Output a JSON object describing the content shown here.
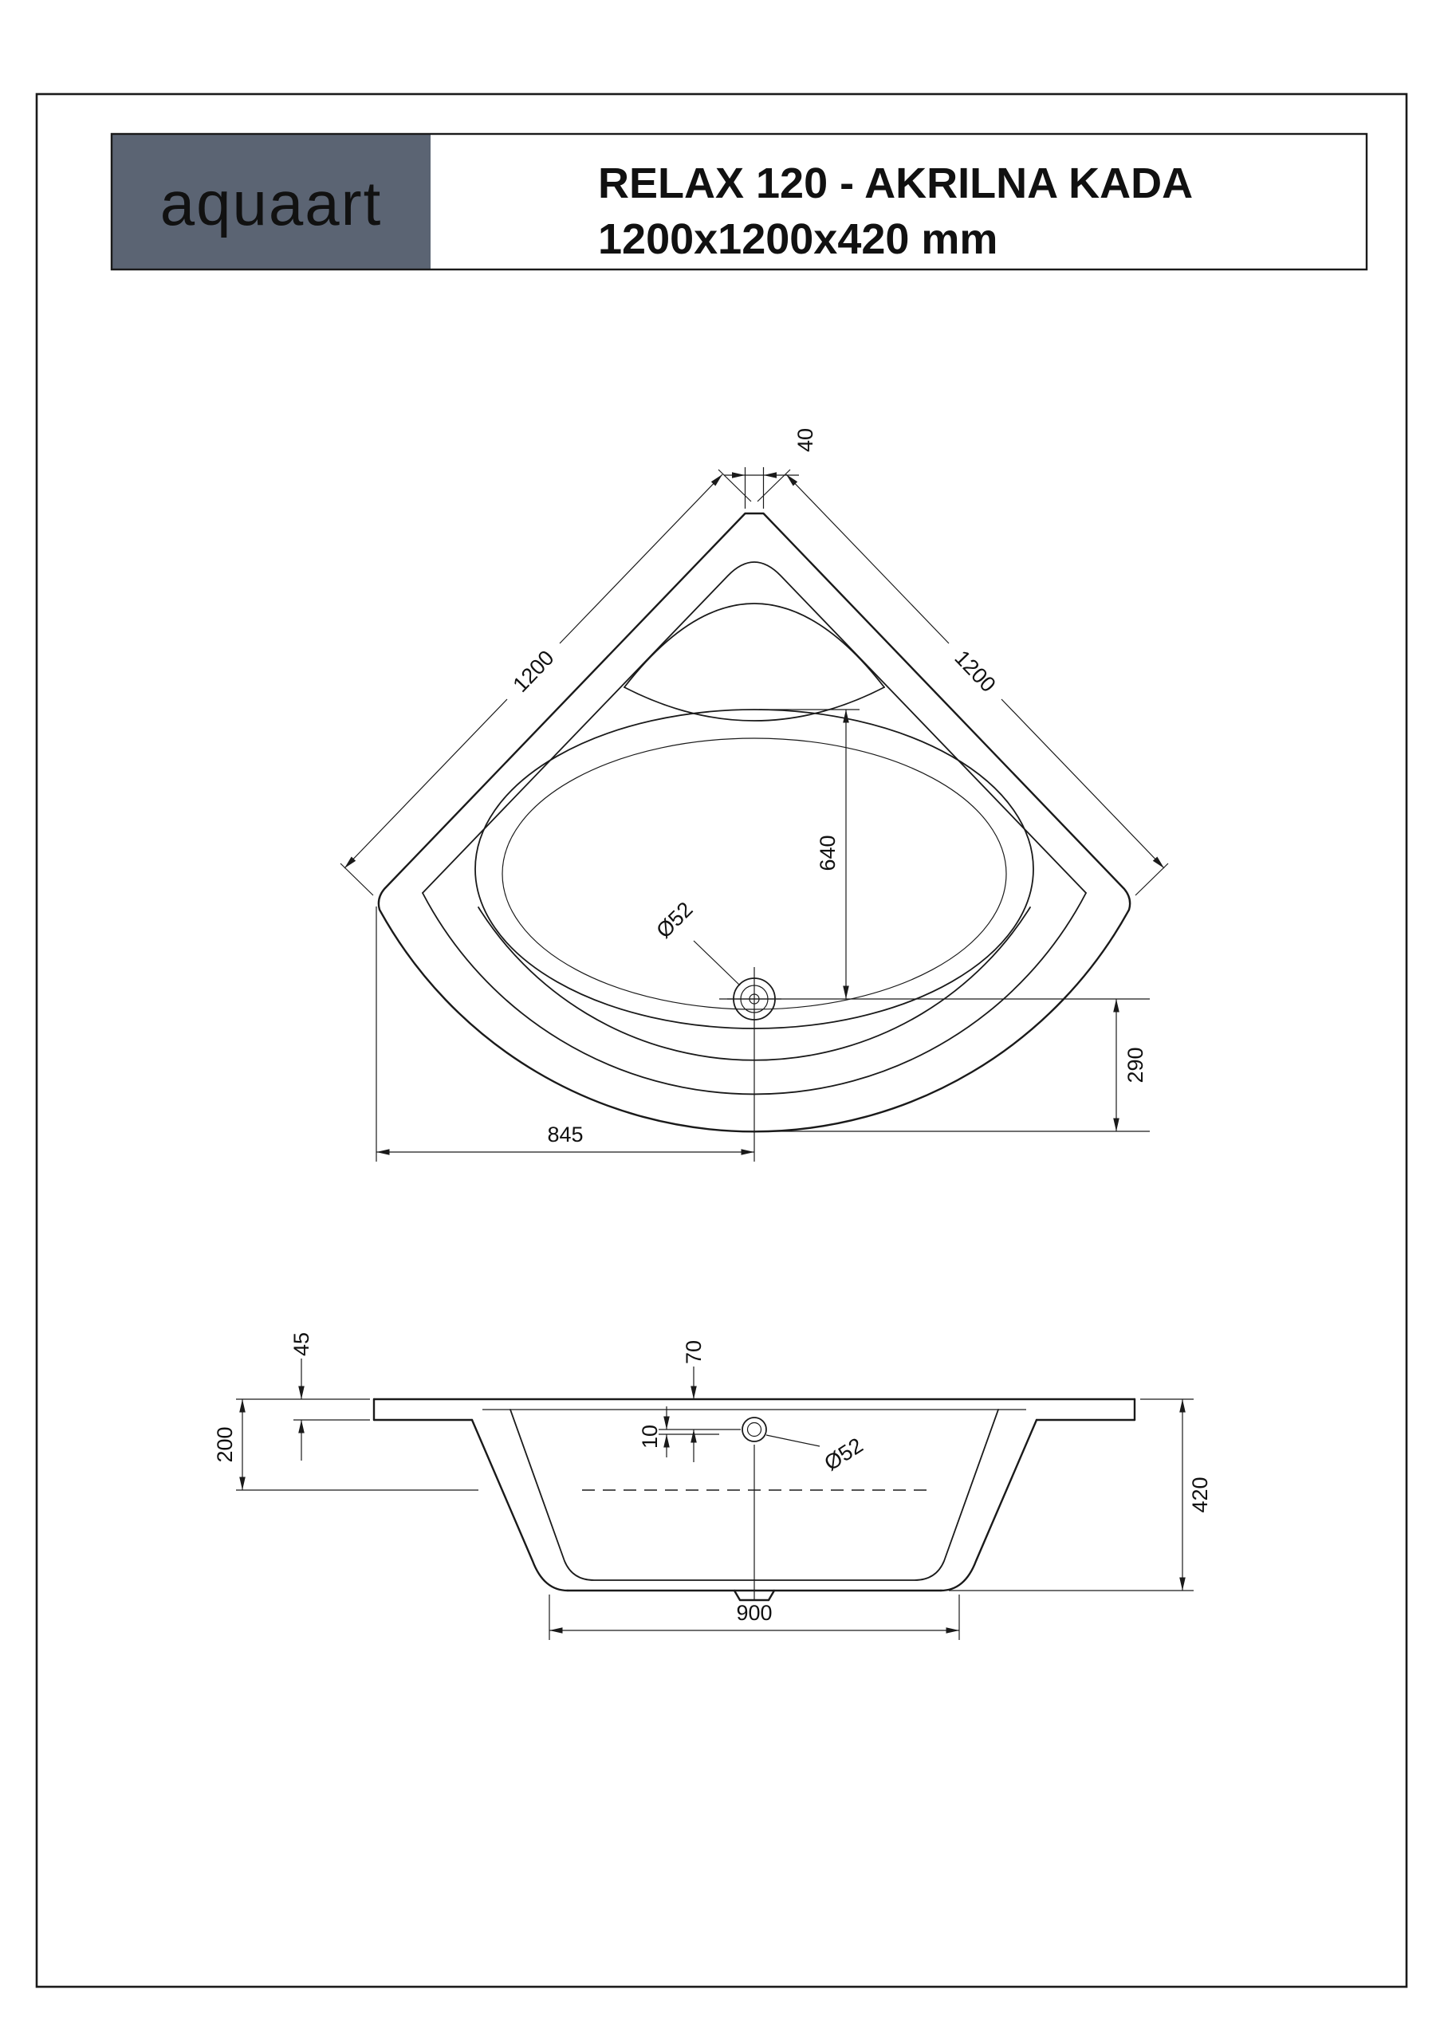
{
  "header": {
    "logo": "aquaart",
    "title_line1": "RELAX 120 - AKRILNA KADA",
    "title_line2": "1200x1200x420 mm"
  },
  "plan": {
    "edge_left": "1200",
    "edge_right": "1200",
    "corner_cut": "40",
    "drain_diameter": "Ø52",
    "drain_from_back": "640",
    "front_overhang": "290",
    "drain_from_corner": "845"
  },
  "section": {
    "flange_height": "45",
    "rim_to_waterline": "200",
    "drain_below_rim": "70",
    "shell_offset": "10",
    "drain_diameter": "Ø52",
    "overall_height": "420",
    "base_width": "900"
  },
  "colors": {
    "logo_bg": "#5b6473",
    "logo_text": "#b9c7ab",
    "line": "#1a1a1a"
  }
}
